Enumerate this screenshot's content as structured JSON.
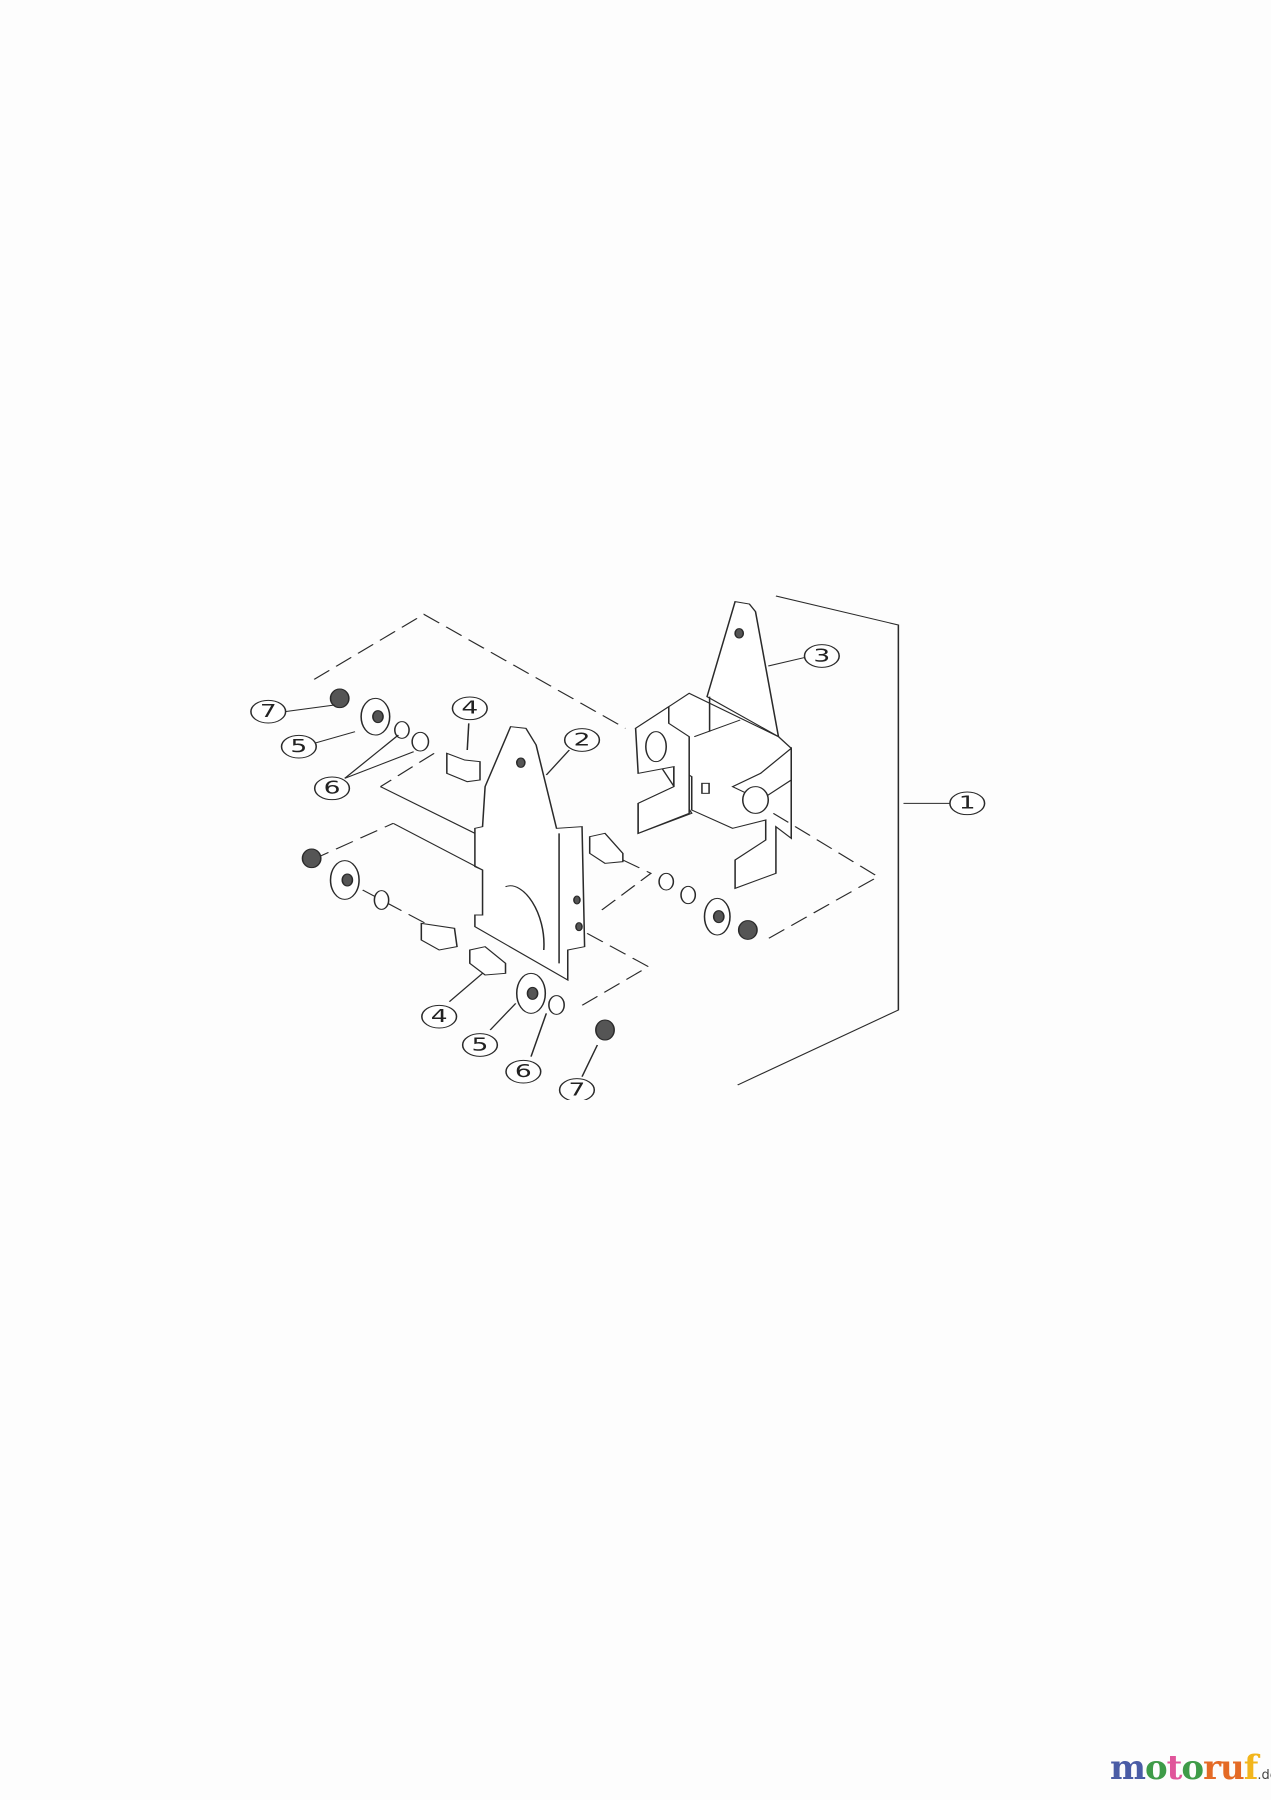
{
  "diagram": {
    "callouts": [
      "1",
      "2",
      "3",
      "4",
      "5",
      "6",
      "7",
      "4",
      "5",
      "6",
      "7"
    ]
  },
  "logo": {
    "letters": [
      "m",
      "o",
      "t",
      "o",
      "r",
      "u",
      "f"
    ],
    "colors": [
      "#4a5ca6",
      "#3e9b48",
      "#e0559a",
      "#3e9b48",
      "#e46a25",
      "#e46a25",
      "#f2b51c"
    ],
    "suffix": ".de"
  }
}
